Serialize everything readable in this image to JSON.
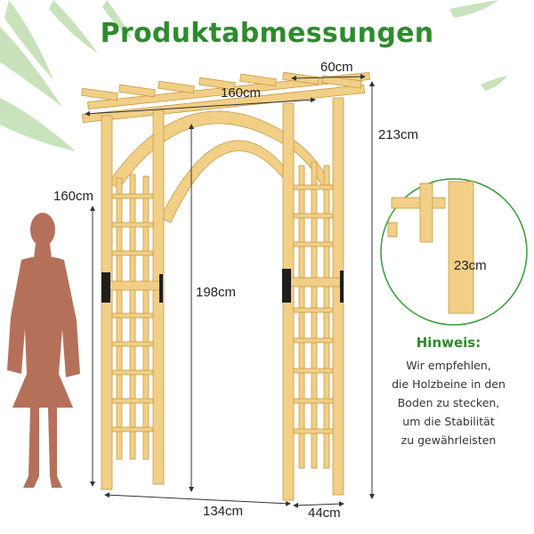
{
  "title": "Produktabmessungen",
  "dimensions": {
    "depth_top": "60cm",
    "width_top": "160cm",
    "total_height": "213cm",
    "person_height": "160cm",
    "inner_height": "198cm",
    "inner_width": "134cm",
    "base_depth": "44cm",
    "stake_length": "23cm"
  },
  "note": {
    "title": "Hinweis:",
    "lines": [
      "Wir empfehlen,",
      "die Holzbeine in den",
      "Boden zu stecken,",
      "um die Stabilität",
      "zu gewährleisten"
    ]
  },
  "colors": {
    "title_green": "#2e8b2e",
    "wood": "#f1cf86",
    "wood_dark": "#d8ad58",
    "person": "#b5705a",
    "circle_outline": "#3a9a3a",
    "leaf_green": "#8fc47a"
  }
}
